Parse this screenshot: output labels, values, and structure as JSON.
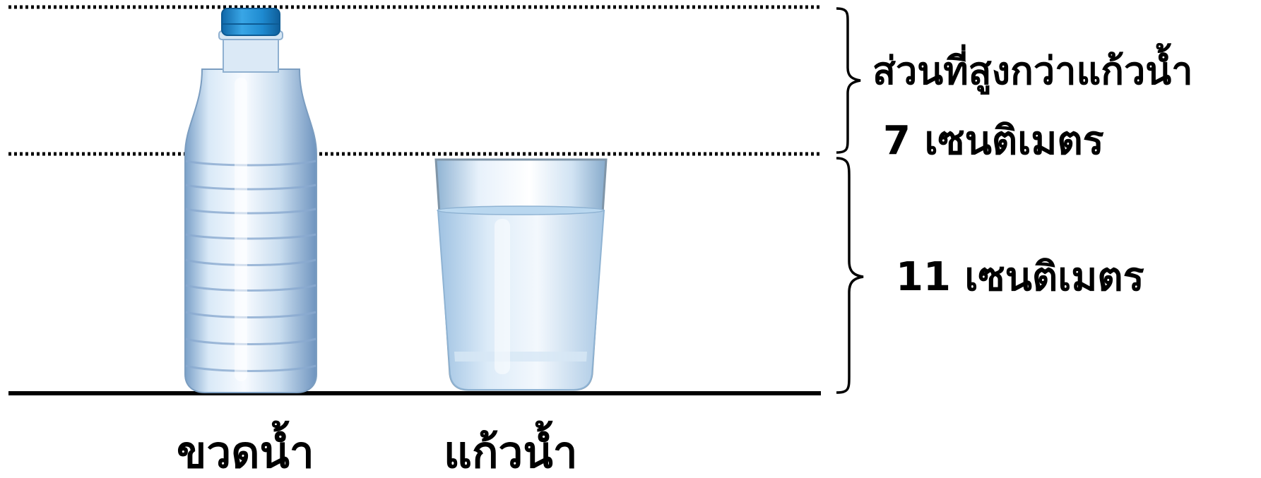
{
  "labels": {
    "upper_title": "ส่วนที่สูงกว่าแก้วน้ำ",
    "upper_value": "7 เซนติเมตร",
    "lower_value": "11 เซนติเมตร",
    "bottle_caption": "ขวดน้ำ",
    "glass_caption": "แก้วน้ำ"
  },
  "colors": {
    "line": "#000000",
    "cap": "#1f8fd6",
    "bottle_body": "#cfe3f4",
    "water": "#b9d7ef",
    "glass_edge": "#7f95a8"
  }
}
